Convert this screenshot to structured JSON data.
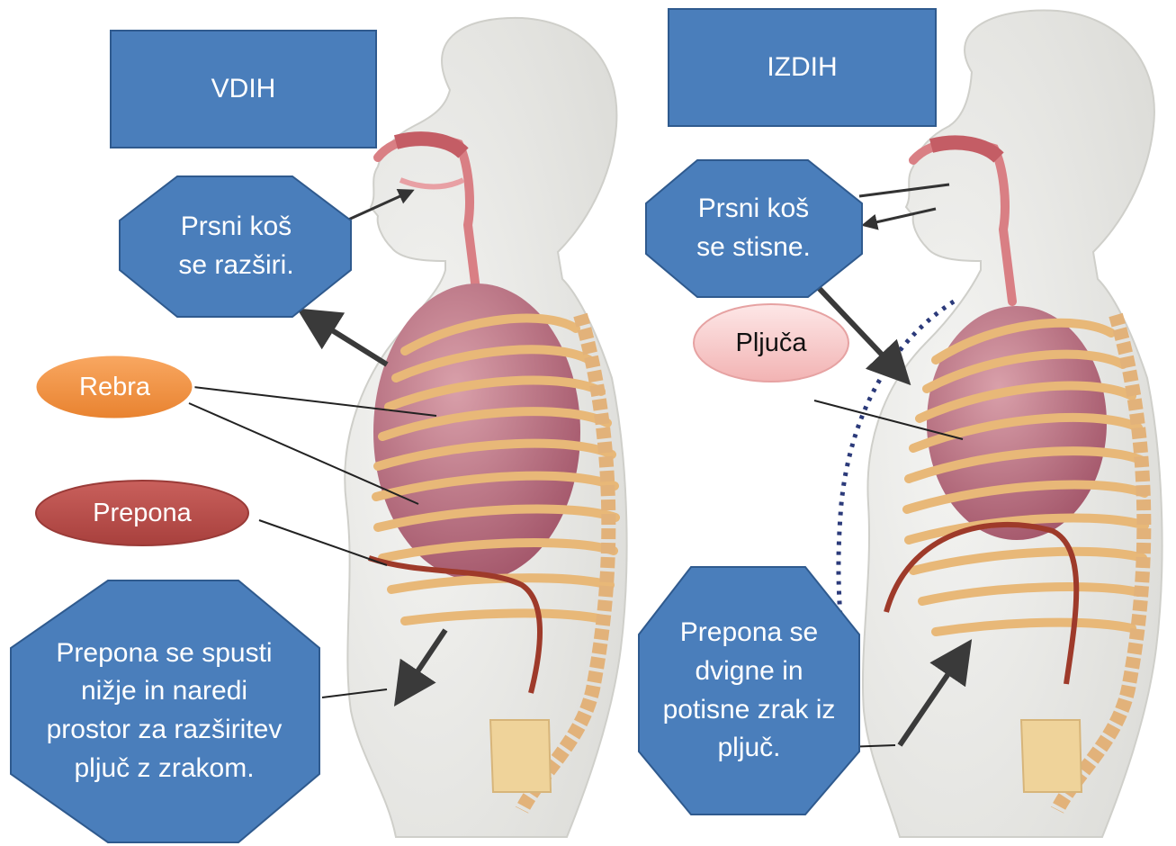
{
  "panels": {
    "inhale": {
      "title": "VDIH",
      "chest_note": "Prsni koš\nse razširi.",
      "ribs_label": "Rebra",
      "diaphragm_label": "Prepona",
      "diaphragm_note": "Prepona se spusti\nnižje in naredi\nprostor za razširitev\npljuč z zrakom."
    },
    "exhale": {
      "title": "IZDIH",
      "chest_note": "Prsni koš\nse stisne.",
      "lungs_label": "Pljuča",
      "diaphragm_note": "Prepona se\ndvigne in\npotisne zrak iz\npljuč."
    }
  },
  "colors": {
    "box_fill": "#4a7ebb",
    "box_border": "#2f5a8e",
    "ribs_label_fill": "#f79646",
    "diaphragm_label_fill": "#c0504d",
    "lungs_label_fill": "#f7c9c9",
    "body": "#ebebe8",
    "lung": "#b36b78",
    "rib": "#e8b878",
    "airway": "#d97f84",
    "diaphragm_line": "#9e3a2a"
  }
}
